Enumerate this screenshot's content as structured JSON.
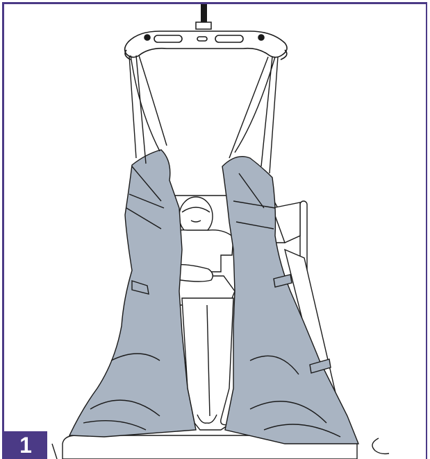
{
  "figure": {
    "step_number": "1",
    "colors": {
      "frame": "#4b3a86",
      "sling_fill": "#a9b4c2",
      "line": "#1a1a1a",
      "badge": "#4b3a86"
    },
    "icons": [
      "ceiling-lift-spreader-bar",
      "patient-sling",
      "patient-lying",
      "bed-frame"
    ]
  }
}
